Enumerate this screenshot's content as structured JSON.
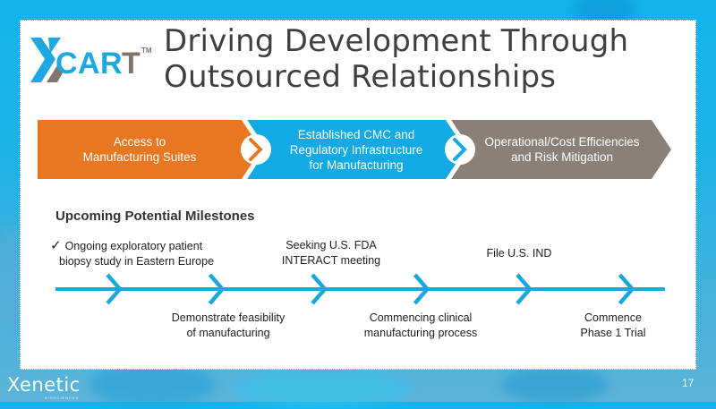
{
  "slide": {
    "title_line1": "Driving Development Through",
    "title_line2": "Outsourced Relationships",
    "logo": {
      "mark": "X",
      "text": "CART",
      "trademark": "TM"
    },
    "flow": [
      {
        "label_line1": "Access to",
        "label_line2": "Manufacturing Suites",
        "color": "#e87722"
      },
      {
        "label_line1": "Established CMC and",
        "label_line2": "Regulatory Infrastructure",
        "label_line3": "for Manufacturing",
        "color": "#12a9e5"
      },
      {
        "label_line1": "Operational/Cost Efficiencies",
        "label_line2": "and Risk Mitigation",
        "color": "#8a8078"
      }
    ],
    "milestones_heading": "Upcoming Potential Milestones",
    "milestones_above": [
      {
        "check": "✓",
        "line1": "Ongoing exploratory patient",
        "line2": "biopsy study in Eastern Europe",
        "completed": true
      },
      {
        "line1": "Seeking U.S. FDA",
        "line2": "INTERACT meeting"
      },
      {
        "line1": "File U.S. IND"
      }
    ],
    "milestones_below": [
      {
        "line1": "Demonstrate feasibility",
        "line2": "of manufacturing"
      },
      {
        "line1": "Commencing clinical",
        "line2": "manufacturing process"
      },
      {
        "line1": "Commence",
        "line2": "Phase 1 Trial"
      }
    ],
    "timeline_color": "#1aa7e0",
    "timeline_steps": 6,
    "footer": {
      "company": "Xenetic",
      "company_sub": "BIOSCIENCES",
      "page_number": "17"
    }
  }
}
